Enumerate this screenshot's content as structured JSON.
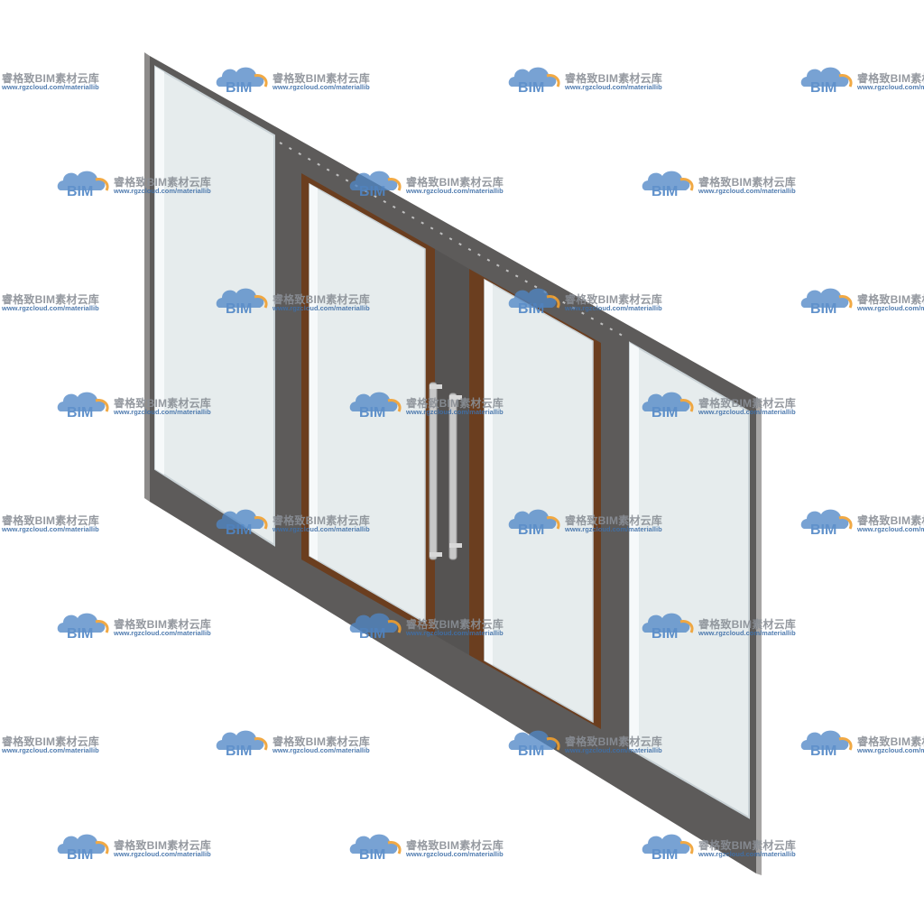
{
  "watermark": {
    "logo_text": "BIM",
    "title": "睿格致BIM素材云库",
    "url": "www.rgzcloud.com/materiallib"
  },
  "colors": {
    "frame": "#5d5b5a",
    "frame_side": "#8d8b8a",
    "glass": "#e8eef0",
    "glass_edge": "#c9d2d6",
    "wood": "#6b3e1f",
    "handle": "#c8c8c8",
    "logo_blue": "#4f86c6",
    "logo_orange": "#f0a030"
  },
  "icons": {
    "watermark_logo": "cloud-logo-icon",
    "handles": "pull-handle-icon"
  }
}
